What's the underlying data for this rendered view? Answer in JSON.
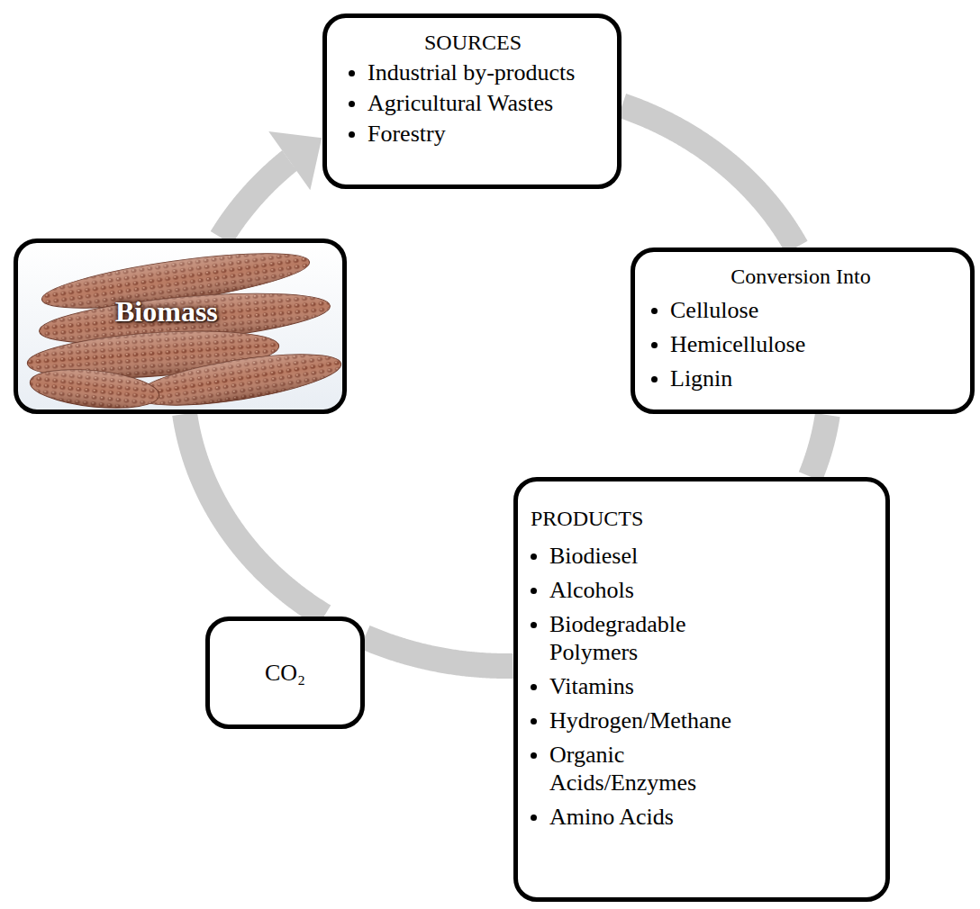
{
  "diagram": {
    "nodes": [
      {
        "text": [
          "SOURCES",
          "Industrial by-products",
          "Agricultural Wastes",
          "Forestry"
        ]
      },
      {
        "text": [
          "Conversion Into",
          "Cellulose",
          "Hemicellulose",
          "Lignin"
        ]
      },
      {
        "text": [
          "PRODUCTS",
          "Biodiesel",
          "Alcohols",
          "Biodegradable Polymers",
          "Vitamins",
          "Hydrogen/Methane",
          "Organic Acids/Enzymes",
          "Amino Acids"
        ]
      },
      {
        "text": [
          "CO₂"
        ]
      },
      {
        "text": [
          "Biomass"
        ]
      }
    ],
    "edges": [
      {
        "from": 4,
        "to": 0,
        "arrow": "to"
      },
      {
        "from": 0,
        "to": 1,
        "arrow": "none"
      },
      {
        "from": 1,
        "to": 2,
        "arrow": "none"
      },
      {
        "from": 2,
        "to": 3,
        "arrow": "none"
      },
      {
        "from": 3,
        "to": 4,
        "arrow": "none"
      }
    ]
  }
}
